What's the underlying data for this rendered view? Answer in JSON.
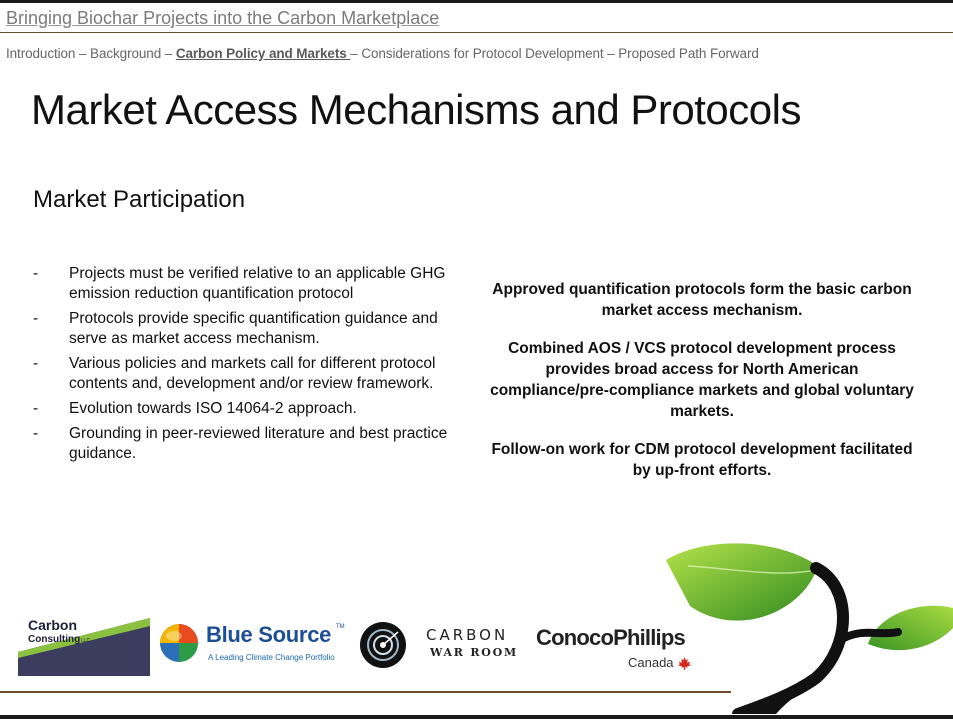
{
  "header": {
    "deck_title": "Bringing Biochar Projects into the Carbon Marketplace",
    "breadcrumb": {
      "before": "Introduction – Background – ",
      "active": "Carbon Policy and Markets ",
      "after": "– Considerations for Protocol Development – Proposed Path Forward"
    }
  },
  "slide": {
    "title": "Market Access Mechanisms and Protocols",
    "subheading": "Market Participation",
    "bullet_marker": "-",
    "bullets": [
      "Projects must be verified relative to an applicable GHG emission reduction quantification protocol",
      "Protocols provide specific quantification guidance and serve as market access mechanism.",
      "Various policies and markets call for different protocol contents and, development and/or review framework.",
      "Evolution towards ISO 14064-2 approach.",
      "Grounding in peer-reviewed literature and best practice guidance."
    ],
    "callouts": [
      "Approved quantification protocols form the basic carbon market access mechanism.",
      "Combined AOS / VCS protocol development process provides broad access for North American compliance/pre-compliance markets and global voluntary markets.",
      "Follow-on work for CDM protocol development facilitated by up-front efforts."
    ]
  },
  "logos": {
    "carbon_consulting": {
      "line1": "Carbon",
      "line2": "Consulting",
      "suffix": "LLC"
    },
    "blue_source": {
      "name": "Blue Source",
      "mark": "TM",
      "tagline": "A Leading Climate Change Portfolio"
    },
    "carbon_war_room": {
      "line1": "CARBON",
      "line2": "WAR ROOM"
    },
    "conocophillips": {
      "name": "ConocoPhillips",
      "country": "Canada"
    }
  },
  "colors": {
    "rule_brown": "#6b4c2a",
    "leaf_green": "#6cb52d",
    "leaf_dark": "#2f7d1e",
    "stem_black": "#111111",
    "blue_source": "#1c4f96",
    "maple_red": "#d9261c"
  }
}
